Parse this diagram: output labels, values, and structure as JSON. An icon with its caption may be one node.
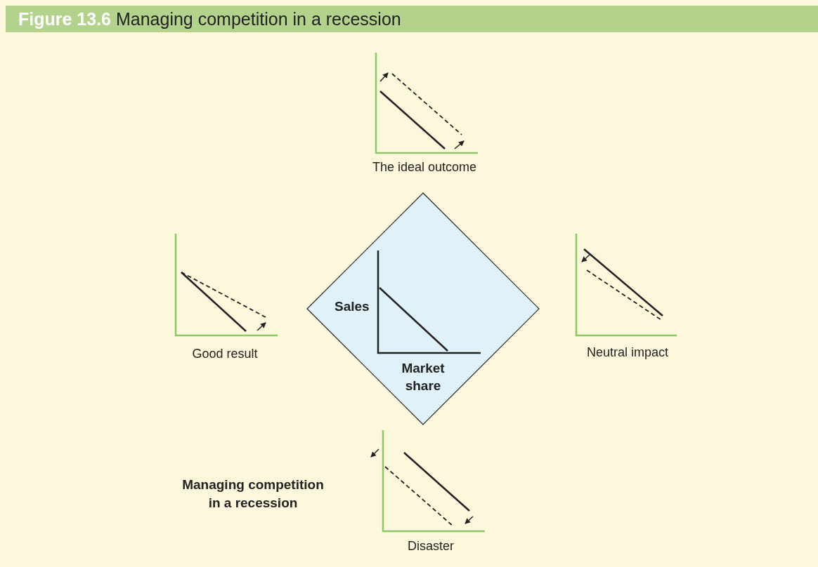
{
  "diagram": {
    "title": "**Figure 13.6** Managing competition in a recession",
    "nodes": [
      {
        "text": [
          "Sales",
          "Market share"
        ]
      },
      {
        "text": [
          "The ideal outcome"
        ]
      },
      {
        "text": [
          "Good result"
        ]
      },
      {
        "text": [
          "Neutral impact"
        ]
      },
      {
        "text": [
          "Disaster"
        ]
      }
    ],
    "labels": [
      "Managing competition in a recession"
    ]
  }
}
